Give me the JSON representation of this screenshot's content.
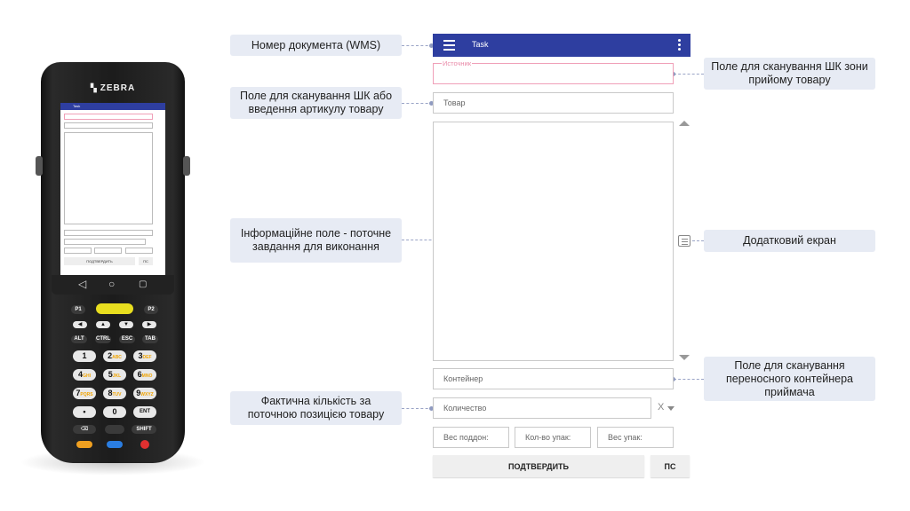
{
  "device": {
    "brand": "ZEBRA",
    "mini_title": "Task",
    "mini_confirm": "ПОДТВЕРДИТЬ",
    "mini_ps": "ПС",
    "keys": {
      "p1": "P1",
      "p2": "P2",
      "alt": "ALT",
      "ctrl": "CTRL",
      "esc": "ESC",
      "tab": "TAB",
      "k1": "1",
      "k2": "2",
      "k2s": "ABC",
      "k3": "3",
      "k3s": "DEF",
      "k4": "4",
      "k4s": "GHI",
      "k5": "5",
      "k5s": "JKL",
      "k6": "6",
      "k6s": "MNO",
      "k7": "7",
      "k7s": "PQRS",
      "k8": "8",
      "k8s": "TUV",
      "k9": "9",
      "k9s": "WXYZ",
      "dot": "•",
      "k0": "0",
      "ent": "ENT",
      "shift": "SHIFT"
    }
  },
  "callouts": {
    "doc_number": "Номер документа (WMS)",
    "scan_item": "Поле для сканування ШК або введення артикулу товару",
    "info_field": "Інформаційне поле - поточне завдання для виконання",
    "actual_qty": "Фактична кількість за поточною позицією товару",
    "scan_zone": "Поле для сканування ШК зони прийому товару",
    "extra_screen": "Додатковий екран",
    "scan_container": "Поле для сканування переносного контейнера приймача"
  },
  "app": {
    "title": "Task",
    "source_label": "Источник",
    "item_placeholder": "Товар",
    "container_placeholder": "Контейнер",
    "quantity_placeholder": "Количество",
    "unit_selector": "X",
    "pallet_weight_placeholder": "Вес поддон:",
    "pack_count_placeholder": "Кол-во упак:",
    "pack_weight_placeholder": "Вес упак:",
    "confirm_button": "ПОДТВЕРДИТЬ",
    "ps_button": "ПС"
  },
  "colors": {
    "app_bar": "#2e3ea0",
    "callout_bg": "#e7ebf4",
    "source_border": "#f0a0b8"
  }
}
